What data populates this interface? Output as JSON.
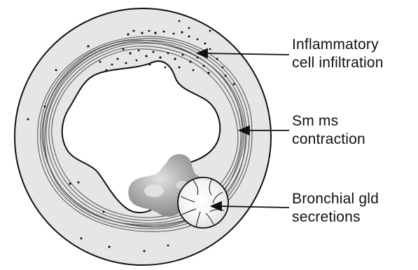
{
  "labels": {
    "inflammation": {
      "line1": "Inflammatory",
      "line2": "cell infiltration"
    },
    "smooth_muscle": {
      "line1": "Sm ms",
      "line2": "contraction"
    },
    "glands": {
      "line1": "Bronchial gld",
      "line2": "secretions"
    }
  },
  "colors": {
    "wall_fill": "#e6e6e6",
    "outline": "#111111",
    "muscle_stroke": "#555555",
    "lumen_fill": "#ffffff",
    "secretion_dark": "#8c8c8c",
    "secretion_light": "#cfcfcf"
  }
}
